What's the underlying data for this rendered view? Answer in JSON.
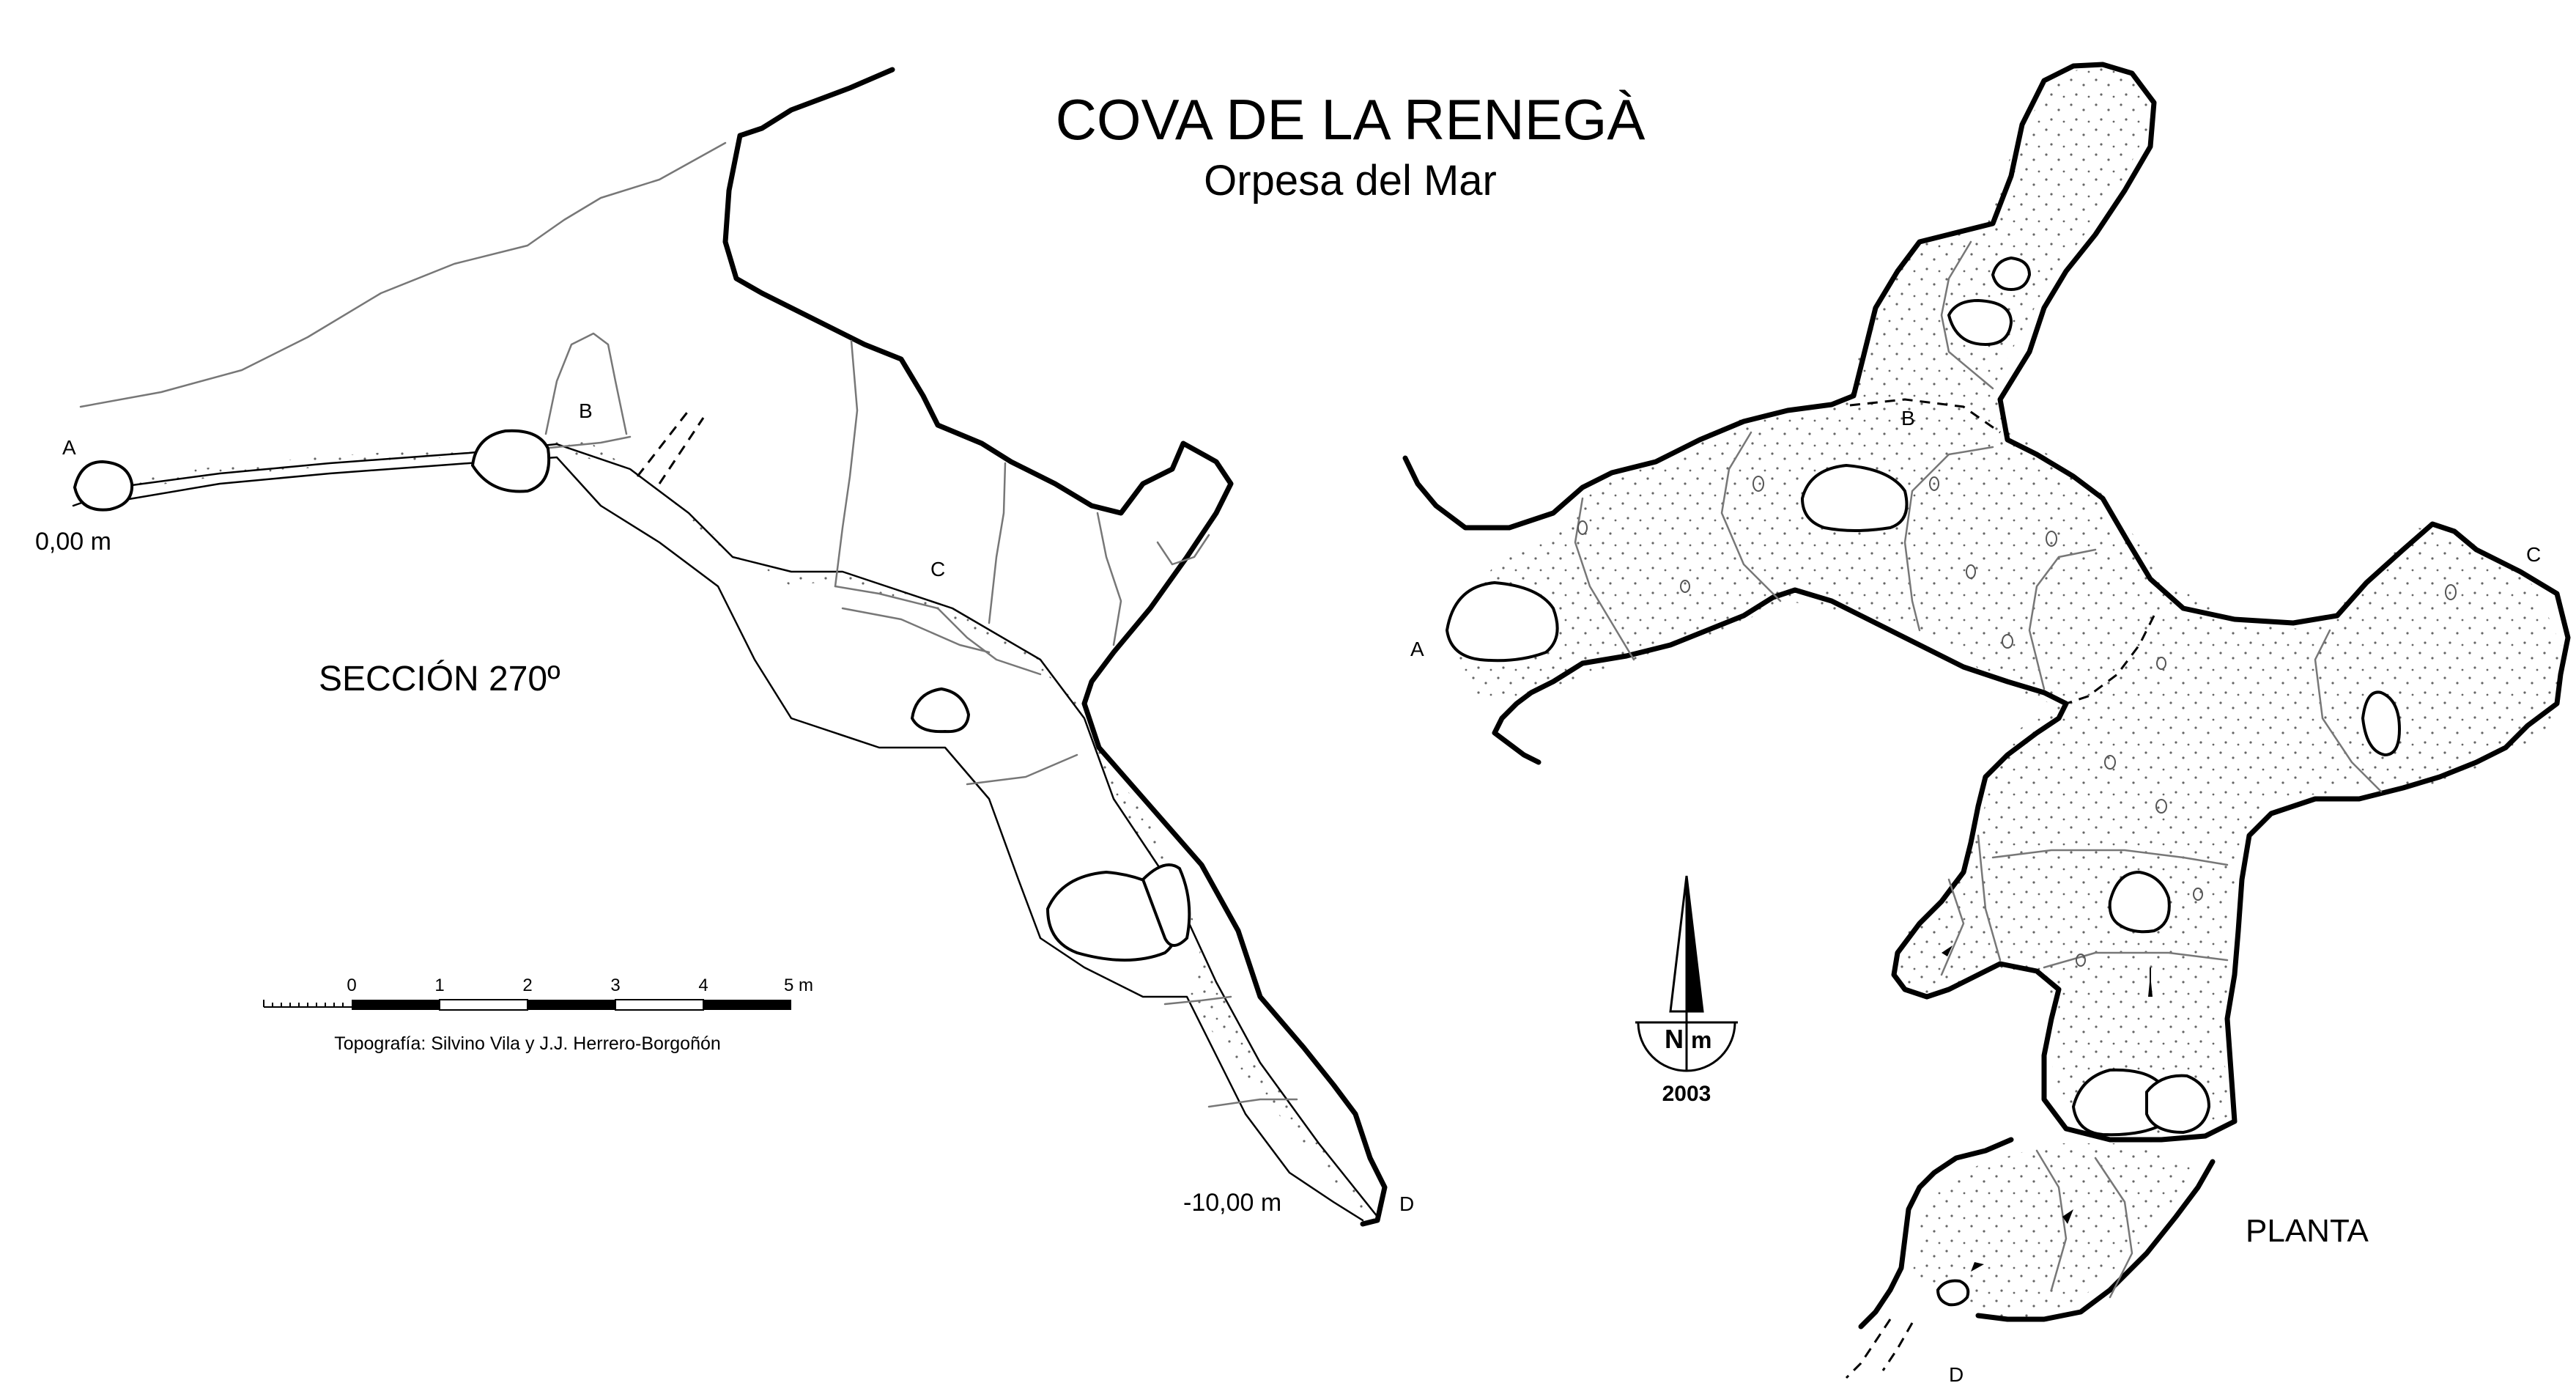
{
  "title": "COVA DE LA RENEGÀ",
  "subtitle": "Orpesa del Mar",
  "section": {
    "label": "SECCIÓN 270º",
    "depth_top": "0,00 m",
    "depth_bottom": "-10,00 m",
    "points": [
      "A",
      "B",
      "C",
      "D"
    ]
  },
  "plan": {
    "label": "PLANTA",
    "points": [
      "A",
      "B",
      "C",
      "D"
    ]
  },
  "scale_bar": {
    "ticks": [
      "0",
      "1",
      "2",
      "3",
      "4",
      "5 m"
    ]
  },
  "credits": "Topografía: Silvino Vila y J.J. Herrero-Borgoñón",
  "north_arrow": {
    "letters": [
      "N",
      "m"
    ],
    "year": "2003"
  },
  "colors": {
    "ink": "#000000",
    "background": "#ffffff",
    "secondary_line": "#777777"
  }
}
